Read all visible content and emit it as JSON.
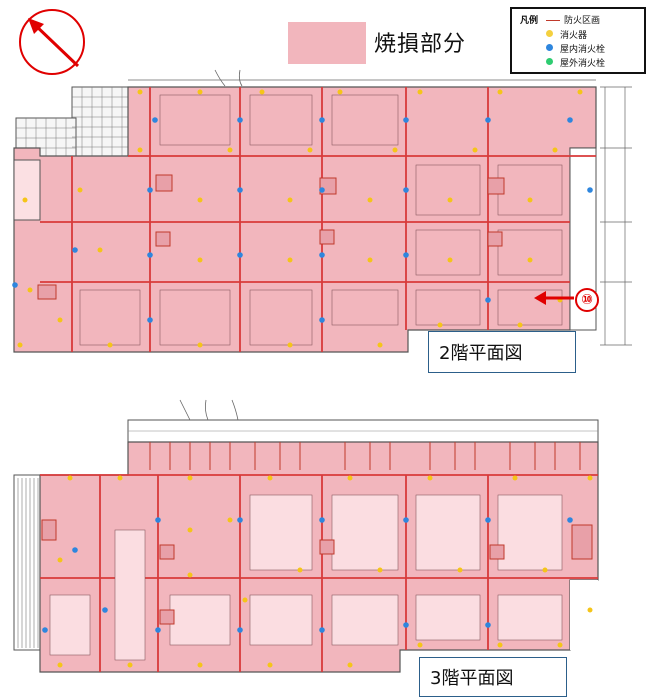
{
  "legend": {
    "title": "凡例",
    "items": [
      {
        "label": "防火区画",
        "symbol": "line",
        "color": "#c0392b"
      },
      {
        "label": "消火器",
        "symbol": "dot",
        "color": "#f4d03f"
      },
      {
        "label": "屋内消火栓",
        "symbol": "dot",
        "color": "#2e86de"
      },
      {
        "label": "屋外消火栓",
        "symbol": "dot",
        "color": "#2ecc71"
      }
    ]
  },
  "burn_area_label": "焼損部分",
  "colors": {
    "burn_fill": "#f2b6bd",
    "fire_line": "#d83a3a",
    "wall": "#555555",
    "extinguisher": "#f5c518",
    "hydrant": "#2e86de",
    "arrow": "#e00000"
  },
  "plans": [
    {
      "caption": "2階平面図"
    },
    {
      "caption": "3階平面図"
    }
  ],
  "marker": {
    "label": "⑩"
  },
  "north_icon": "north-arrow-icon"
}
